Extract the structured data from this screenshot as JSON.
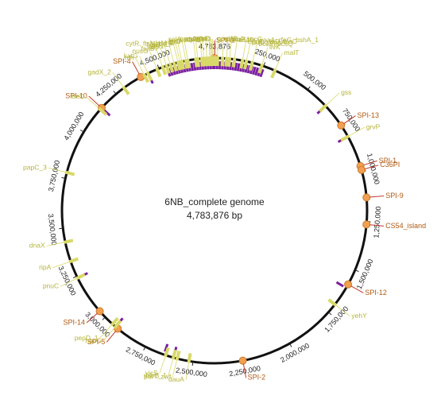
{
  "diagram": {
    "title": "6NB_complete genome",
    "subtitle": "4,783,876 bp",
    "genome_length": 4783876,
    "ring_color": "#111111",
    "colors": {
      "gene": "#d9d96a",
      "gene_label": "#b5b53a",
      "purple_feature": "#7b1fa2",
      "spi": "#f0a050",
      "spi_label": "#b05a12",
      "spi_leader": "#c0392b"
    },
    "ticks": [
      {
        "pos": 250000,
        "label": "250,000"
      },
      {
        "pos": 500000,
        "label": "500,000"
      },
      {
        "pos": 750000,
        "label": "750,000"
      },
      {
        "pos": 1000000,
        "label": "1,000,000"
      },
      {
        "pos": 1250000,
        "label": "1,250,000"
      },
      {
        "pos": 1500000,
        "label": "1,500,000"
      },
      {
        "pos": 1750000,
        "label": "1,750,000"
      },
      {
        "pos": 2000000,
        "label": "2,000,000"
      },
      {
        "pos": 2250000,
        "label": "2,250,000"
      },
      {
        "pos": 2500000,
        "label": "2,500,000"
      },
      {
        "pos": 2750000,
        "label": "2,750,000"
      },
      {
        "pos": 3000000,
        "label": "3,000,000"
      },
      {
        "pos": 3250000,
        "label": "3,250,000"
      },
      {
        "pos": 3500000,
        "label": "3,500,000"
      },
      {
        "pos": 3750000,
        "label": "3,750,000"
      },
      {
        "pos": 4000000,
        "label": "4,000,000"
      },
      {
        "pos": 4250000,
        "label": "4,250,000"
      },
      {
        "pos": 4500000,
        "label": "4,500,000"
      },
      {
        "pos": 4783876,
        "label": "4,783,876"
      }
    ],
    "spi": [
      {
        "name": "SPI-3",
        "pos": 0
      },
      {
        "name": "SPI-13",
        "pos": 745000
      },
      {
        "name": "SPI-1",
        "pos": 970000
      },
      {
        "name": "C36PI",
        "pos": 990000
      },
      {
        "name": "SPI-9",
        "pos": 1130000
      },
      {
        "name": "CS54_island",
        "pos": 1265000
      },
      {
        "name": "SPI-12",
        "pos": 1580000
      },
      {
        "name": "SPI-2",
        "pos": 2250000
      },
      {
        "name": "SPI-5",
        "pos": 2915000
      },
      {
        "name": "SPI-14",
        "pos": 3040000
      },
      {
        "name": "SPI-10",
        "pos": 4150000
      },
      {
        "name": "SPI-4",
        "pos": 4400000
      }
    ],
    "genes": [
      {
        "name": "yidC",
        "pos": 4690000
      },
      {
        "name": "yigL",
        "pos": 15000
      },
      {
        "name": "xanP, recG",
        "pos": 60000
      },
      {
        "name": "coaD, waaA, rfaG, bshA_1",
        "pos": 100000
      },
      {
        "name": "puck, dppA",
        "pos": 160000
      },
      {
        "name": "bcsE, bcsQ",
        "pos": 190000
      },
      {
        "name": "livK",
        "pos": 240000
      },
      {
        "name": "malT",
        "pos": 310000
      },
      {
        "name": "ccmA_1",
        "pos": 4745000
      },
      {
        "name": "rfaF",
        "pos": 4765000
      },
      {
        "name": "gpmM",
        "pos": 5000
      },
      {
        "name": "xylB",
        "pos": 40000
      },
      {
        "name": "cspA, yiaD, bisC",
        "pos": 140000
      },
      {
        "name": "yiaX1",
        "pos": 75000
      },
      {
        "name": "selA, aldB",
        "pos": 4720000
      },
      {
        "name": "mtlA",
        "pos": 4650000
      },
      {
        "name": "gss",
        "pos": 620000
      },
      {
        "name": "grvP",
        "pos": 810000
      },
      {
        "name": "yehY",
        "pos": 1700000
      },
      {
        "name": "purT, zwf",
        "pos": 2580000
      },
      {
        "name": "yjcS",
        "pos": 2640000
      },
      {
        "name": "dauA",
        "pos": 2520000
      },
      {
        "name": "dsbB_1",
        "pos": 2600000
      },
      {
        "name": "hpcG",
        "pos": 2930000
      },
      {
        "name": "pepD_1",
        "pos": 2950000
      },
      {
        "name": "pnuC",
        "pos": 3240000
      },
      {
        "name": "ripA",
        "pos": 3330000
      },
      {
        "name": "dnaX",
        "pos": 3430000
      },
      {
        "name": "papC_3",
        "pos": 3780000
      },
      {
        "name": "treC",
        "pos": 4140000
      },
      {
        "name": "gadX_2",
        "pos": 4300000
      },
      {
        "name": "katG",
        "pos": 4440000
      },
      {
        "name": "fsaB",
        "pos": 4520000
      },
      {
        "name": "nth",
        "pos": 4420000
      },
      {
        "name": "hlgB_2",
        "pos": 4580000
      },
      {
        "name": "kdgM_2",
        "pos": 4610000
      },
      {
        "name": "sbp",
        "pos": 4540000
      },
      {
        "name": "nusG",
        "pos": 4490000
      },
      {
        "name": "cytR, ftsN, hslV",
        "pos": 4600000
      },
      {
        "name": "yfkN",
        "pos": 4560000
      },
      {
        "name": "fpr",
        "pos": 4620000
      },
      {
        "name": "lsrB",
        "pos": 4640000
      },
      {
        "name": "rep",
        "pos": 4700000
      },
      {
        "name": "ravA",
        "pos": 4730000
      },
      {
        "name": "atpA",
        "pos": 4760000
      },
      {
        "name": "glnD",
        "pos": 4770000
      },
      {
        "name": "glpD",
        "pos": 4775000
      }
    ]
  }
}
